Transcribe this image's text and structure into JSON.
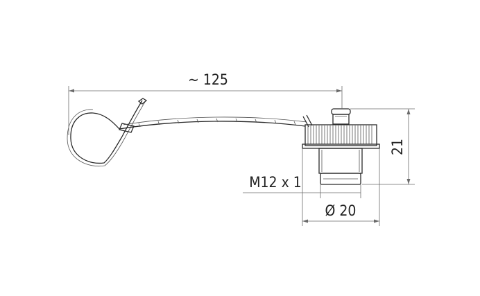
{
  "drawing": {
    "dimensions": {
      "length_label": "~ 125",
      "height_label": "21",
      "thread_label": "M12 x 1",
      "diameter_label": "Ø 20"
    },
    "line_color": "#2a2a2a",
    "background": "#ffffff"
  }
}
